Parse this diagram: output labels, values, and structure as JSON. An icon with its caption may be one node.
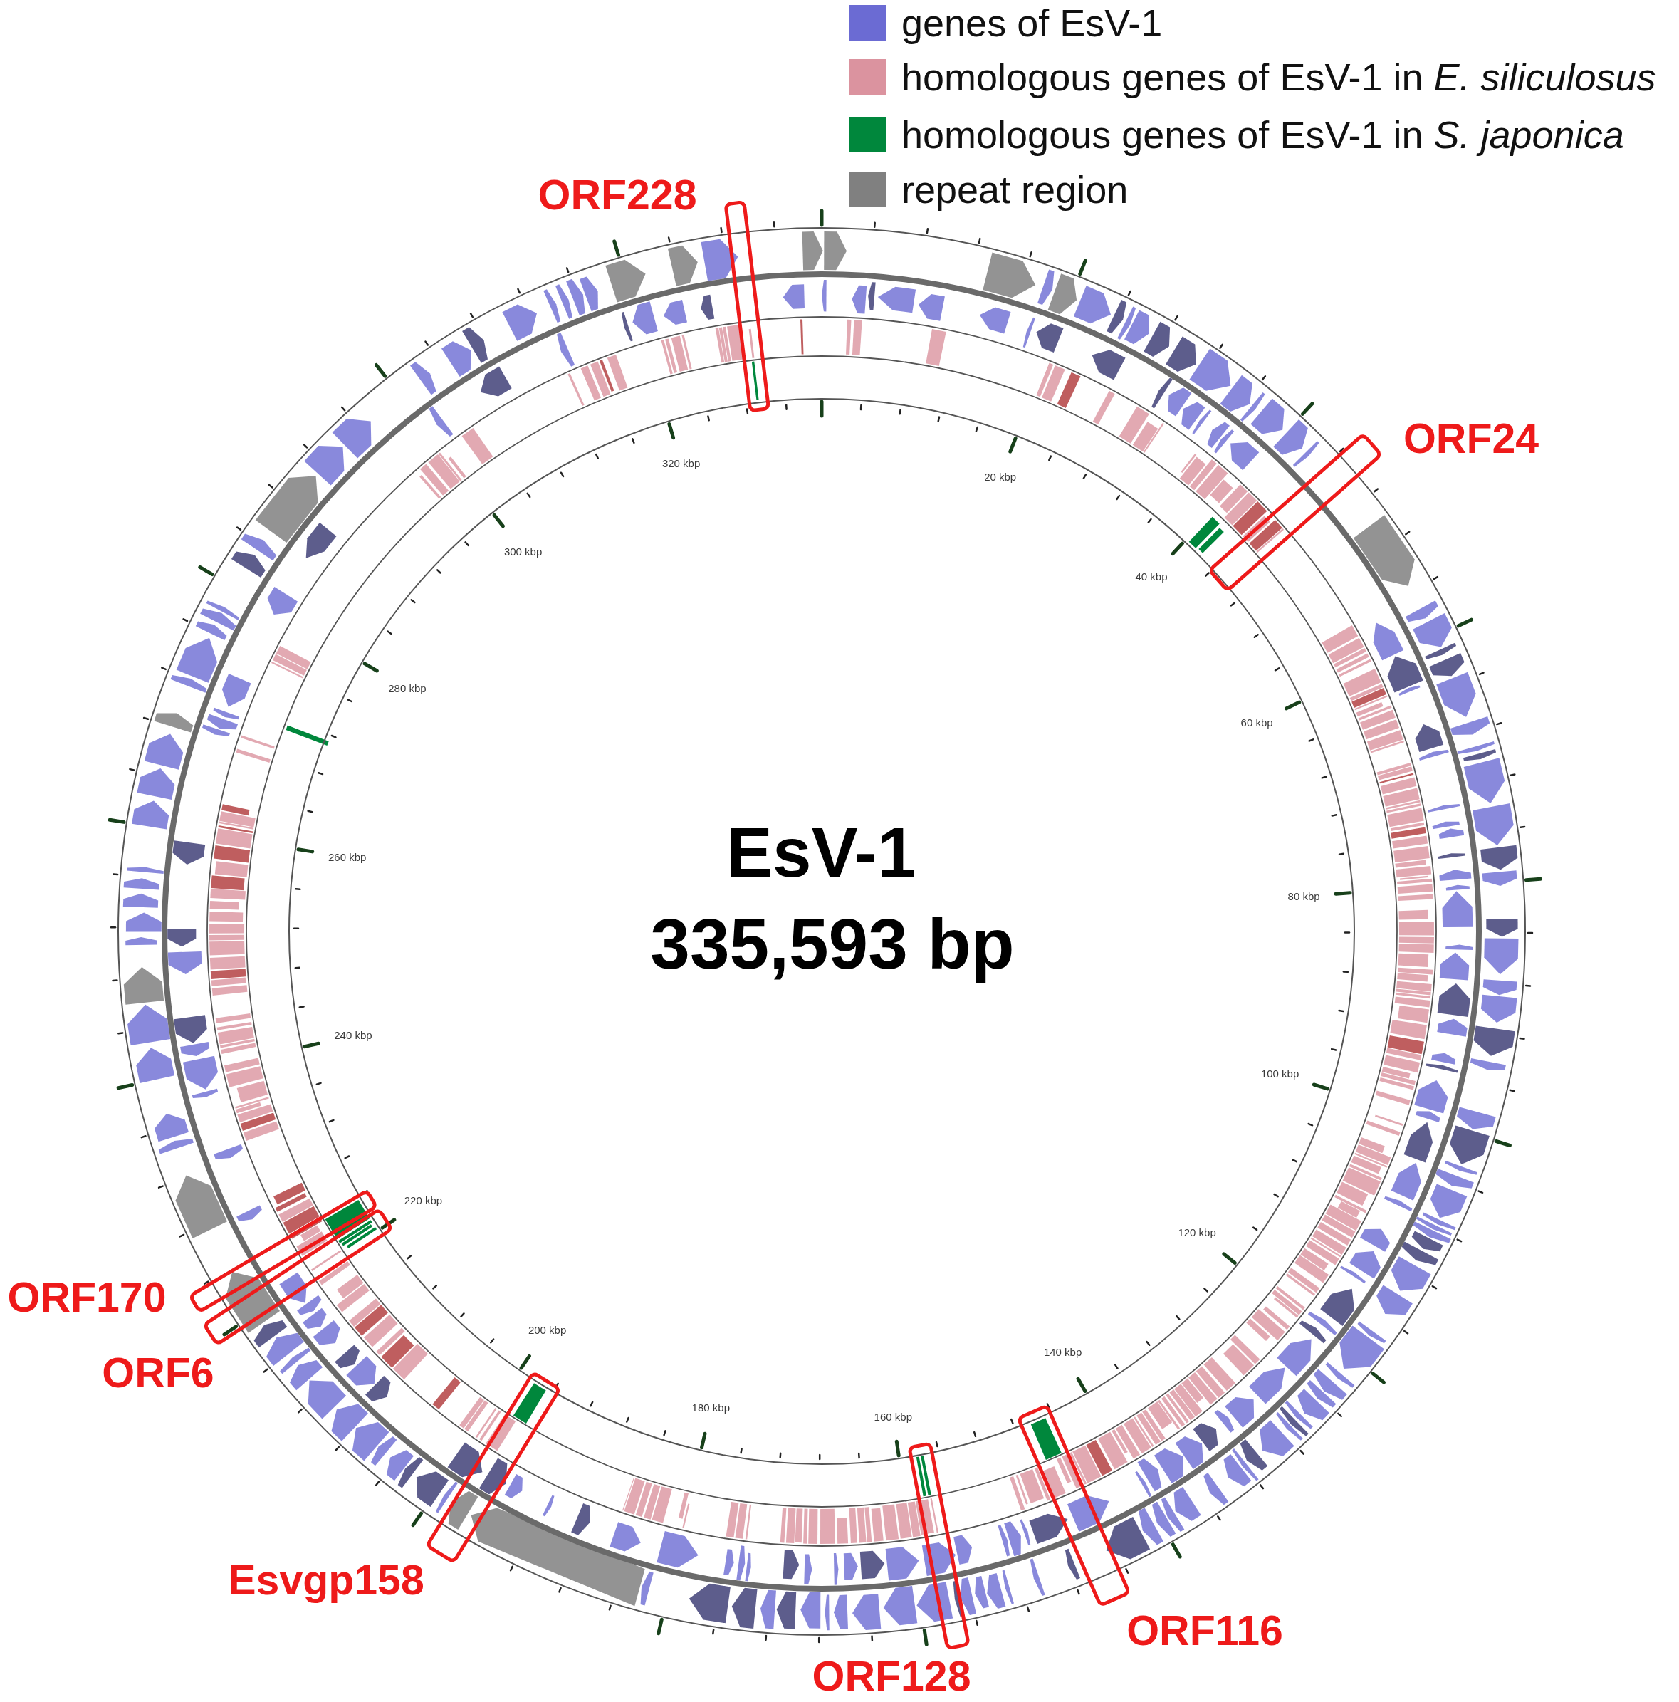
{
  "diagram": {
    "labels": [
      "ORF228",
      "ORF24",
      "EsV-1",
      "335,593 bp",
      "20 kbp",
      "40 kbp",
      "60 kbp",
      "80 kbp",
      "100 kbp",
      "120 kbp",
      "140 kbp",
      "160 kbp",
      "180 kbp",
      "200 kbp",
      "220 kbp",
      "240 kbp",
      "260 kbp",
      "280 kbp",
      "300 kbp",
      "320 kbp",
      "ORF170",
      "ORF6",
      "Esvgp158",
      "ORF128",
      "ORF116"
    ],
    "legend": [
      {
        "text": "genes of EsV-1",
        "color": "#6b6bd3"
      },
      {
        "text": "homologous genes of EsV-1 in *E. siliculosus*",
        "color": "#db939f"
      },
      {
        "text": "homologous genes of EsV-1 in *S. japonica*",
        "color": "#00873c"
      },
      {
        "text": "repeat region",
        "color": "#808080"
      }
    ]
  }
}
